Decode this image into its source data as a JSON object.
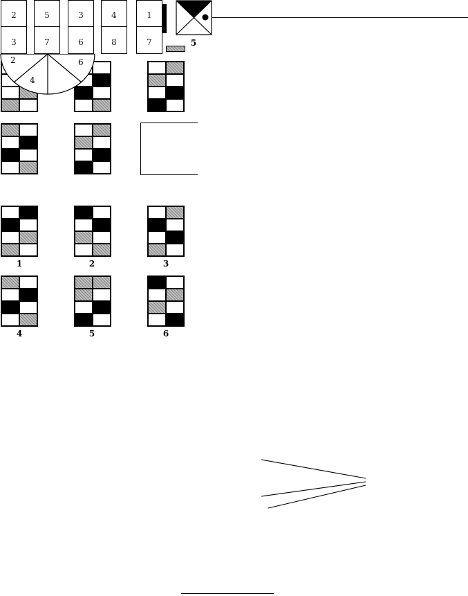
{
  "cards": [
    {
      "top": "2",
      "bottom": "3"
    },
    {
      "top": "5",
      "bottom": "7"
    },
    {
      "top": "3",
      "bottom": "6"
    },
    {
      "top": "4",
      "bottom": "8"
    },
    {
      "top": "1",
      "bottom": "7"
    }
  ],
  "corner_number": "5",
  "fan_numbers": [
    "2",
    "4",
    "6"
  ],
  "option_labels": [
    "1",
    "2",
    "3",
    "4",
    "5",
    "6"
  ],
  "colors": {
    "black": "#000000",
    "gray": "#b5b5b5",
    "white": "#ffffff"
  }
}
